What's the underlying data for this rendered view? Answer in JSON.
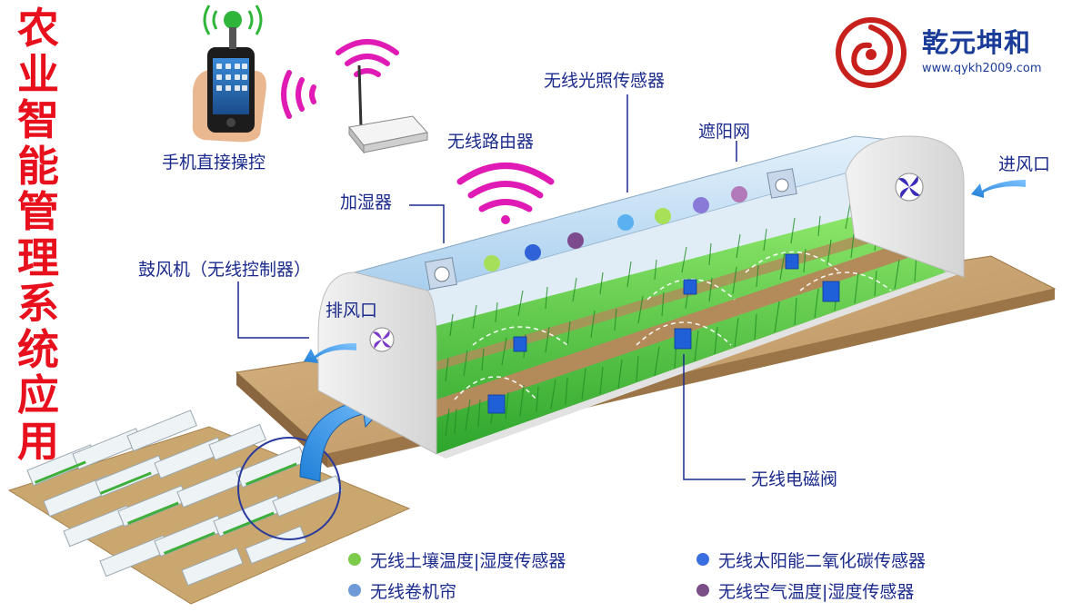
{
  "title_chars": [
    "农",
    "业",
    "智",
    "能",
    "管",
    "理",
    "系",
    "统",
    "应",
    "用"
  ],
  "brand": {
    "name": "乾元坤和",
    "url": "www.qykh2009.com"
  },
  "labels": {
    "phone": "手机直接操控",
    "router": "无线路由器",
    "light_sensor": "无线光照传感器",
    "shade_net": "遮阳网",
    "inlet": "进风口",
    "humidifier": "加湿器",
    "blower": "鼓风机（无线控制器）",
    "outlet": "排风口",
    "valve": "无线电磁阀"
  },
  "legend": [
    {
      "text": "无线土壤温度|湿度传感器",
      "color": "#7ccb4a"
    },
    {
      "text": "无线太阳能二氧化碳传感器",
      "color": "#3a6fe0"
    },
    {
      "text": "无线卷机帘",
      "color": "#6e9ad8"
    },
    {
      "text": "无线空气温度|湿度传感器",
      "color": "#7a4f88"
    }
  ],
  "colors": {
    "title": "#e8101c",
    "label": "#1a2a8c",
    "wifi": "#e01ab4",
    "grass": "#3fc23a",
    "soil": "#c7a46e",
    "sensor_block": "#1f5fd8",
    "logo_red": "#c8201c"
  },
  "icons": [
    "smartphone-icon",
    "wifi-router-icon",
    "wifi-signal-icon",
    "fan-icon",
    "air-flow-arrow-icon",
    "logo-dragon-icon"
  ]
}
